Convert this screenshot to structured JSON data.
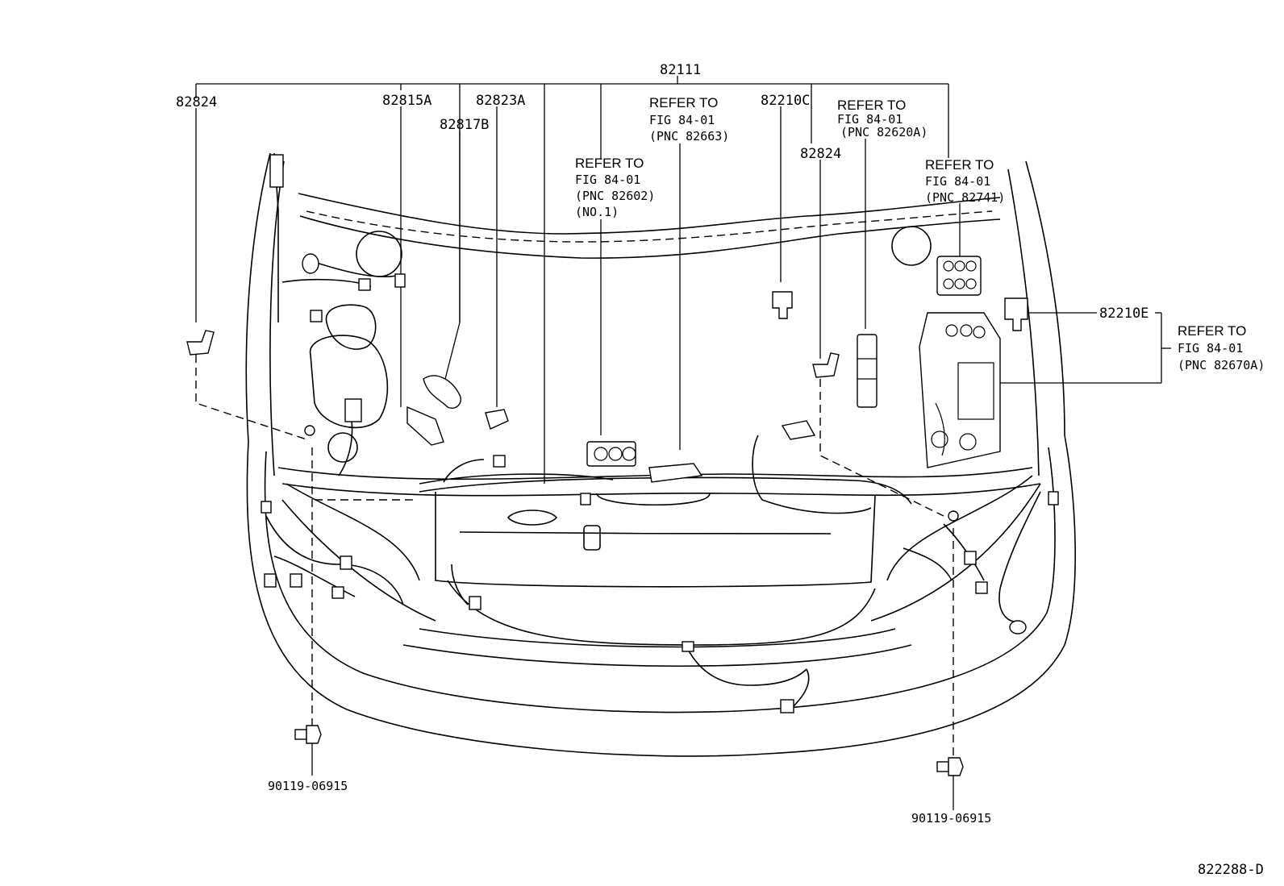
{
  "labels": {
    "main_harness": "82111",
    "p82824_left": "82824",
    "p82815a": "82815A",
    "p82823a": "82823A",
    "p82817b": "82817B",
    "p82210c": "82210C",
    "p82824_right": "82824",
    "p82210e": "82210E",
    "bolt_left": "90119-06915",
    "bolt_right": "90119-06915",
    "figure_code": "822288-D"
  },
  "notes": {
    "ref_82663": [
      "REFER TO",
      "FIG 84-01",
      "(PNC 82663)"
    ],
    "ref_82602": [
      "REFER TO",
      "FIG 84-01",
      "(PNC 82602)",
      "(NO.1)"
    ],
    "ref_82620a": [
      "REFER TO",
      "FIG 84-01",
      "(PNC 82620A)"
    ],
    "ref_82741": [
      "REFER TO",
      "FIG 84-01",
      "(PNC 82741)"
    ],
    "ref_82670a": [
      "REFER TO",
      "FIG 84-01",
      "(PNC 82670A)"
    ]
  }
}
